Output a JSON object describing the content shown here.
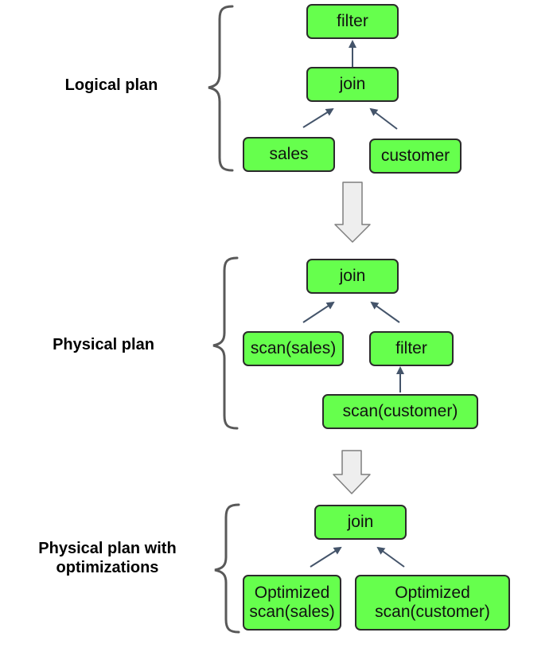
{
  "sections": {
    "logical": {
      "label": "Logical plan",
      "nodes": {
        "filter": "filter",
        "join": "join",
        "sales": "sales",
        "customer": "customer"
      }
    },
    "physical": {
      "label": "Physical plan",
      "nodes": {
        "join": "join",
        "scan_sales": "scan(sales)",
        "filter": "filter",
        "scan_customer": "scan(customer)"
      }
    },
    "optimized": {
      "label_line1": "Physical plan with",
      "label_line2": "optimizations",
      "nodes": {
        "join": "join",
        "opt_sales_line1": "Optimized",
        "opt_sales_line2": "scan(sales)",
        "opt_customer_line1": "Optimized",
        "opt_customer_line2": "scan(customer)"
      }
    }
  },
  "colors": {
    "node_fill": "#66ff4d",
    "node_border": "#2b2b2b",
    "arrow": "#44546a",
    "bracket": "#595959",
    "big_arrow_fill": "#eeeeee",
    "big_arrow_stroke": "#7f7f7f"
  }
}
